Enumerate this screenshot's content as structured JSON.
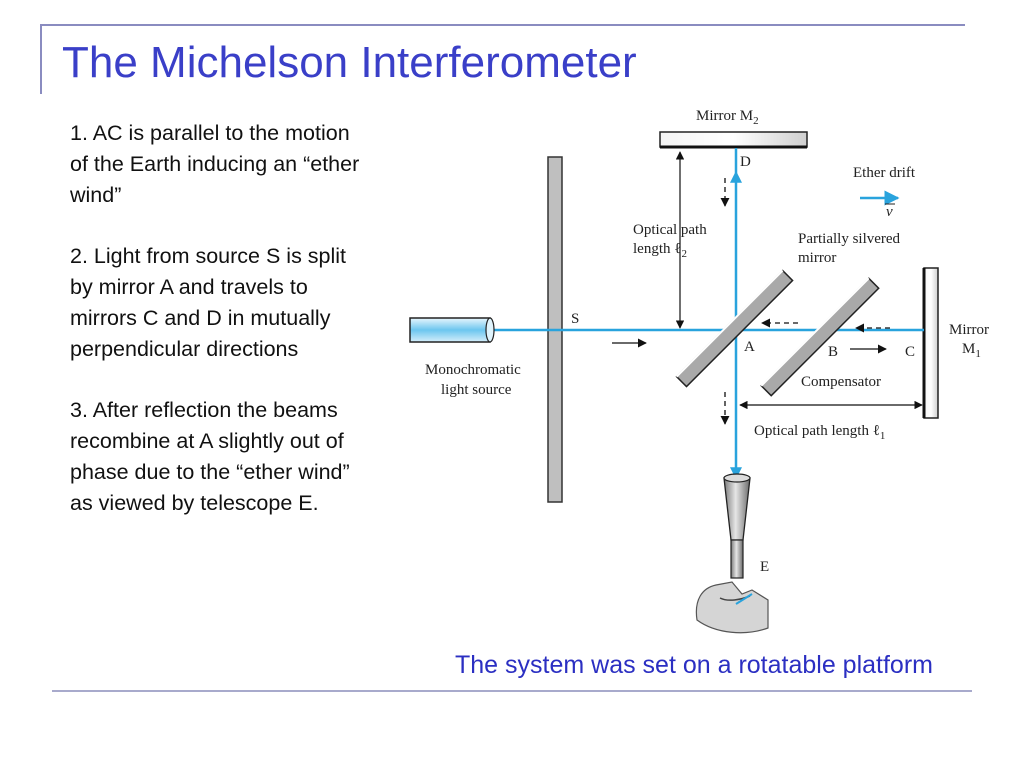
{
  "slide": {
    "title": "The Michelson Interferometer",
    "points": [
      "1. AC is parallel to the motion of the Earth inducing an “ether wind”",
      "2. Light from source S is split by mirror A and travels to mirrors C and D in mutually perpendicular directions",
      "3. After reflection the beams recombine at A slightly out of phase due to the “ether wind” as viewed by telescope E."
    ],
    "caption": "The system was set on a rotatable platform"
  },
  "diagram": {
    "mirror_m2": "Mirror M",
    "mirror_m2_sub": "2",
    "label_d": "D",
    "ether_drift": "Ether drift",
    "vector_v": "v",
    "optical_path": "Optical path",
    "length_l2": "length ℓ",
    "length_l2_sub": "2",
    "partially_silvered": "Partially silvered",
    "mirror_word": "mirror",
    "label_s": "S",
    "monochromatic": "Monochromatic",
    "light_source": "light source",
    "label_a": "A",
    "label_b": "B",
    "label_c": "C",
    "compensator": "Compensator",
    "mirror_m1": "Mirror",
    "mirror_m1_name": "M",
    "mirror_m1_sub": "1",
    "optical_path_l1": "Optical path length ℓ",
    "optical_path_l1_sub": "1",
    "label_e": "E"
  },
  "colors": {
    "title": "#3a3fc8",
    "caption": "#2b2fc2",
    "beam": "#29a3dd",
    "rule": "#8a8cc0"
  }
}
